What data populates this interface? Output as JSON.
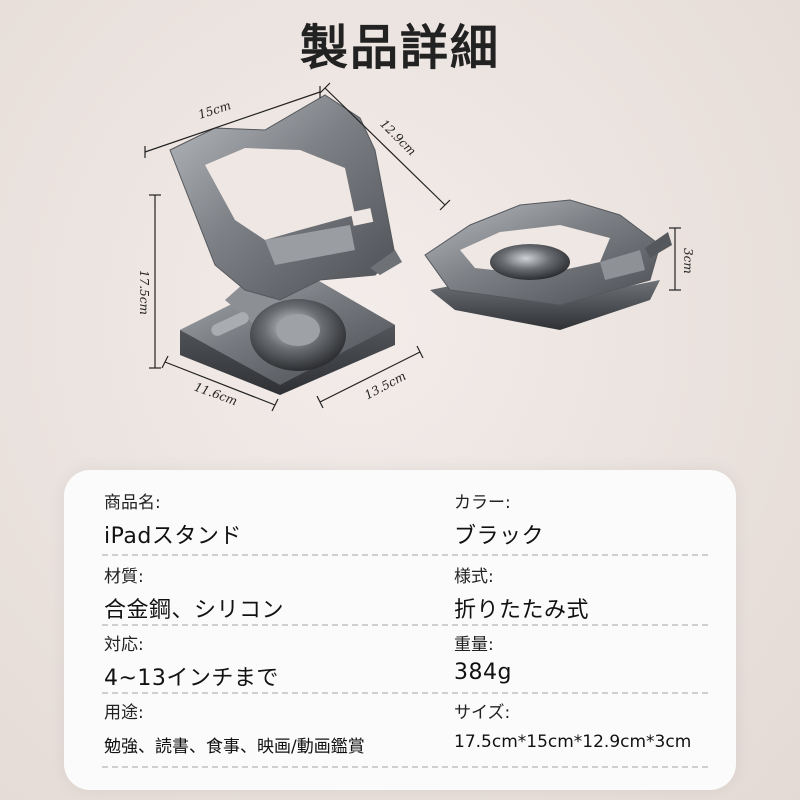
{
  "title": "製品詳細",
  "dimensions": {
    "top_width": "15cm",
    "diagonal": "12.9cm",
    "height": "17.5cm",
    "base_depth": "11.6cm",
    "base_width": "13.5cm",
    "folded_thickness": "3cm"
  },
  "specs": [
    {
      "label": "商品名:",
      "value": "iPadスタンド"
    },
    {
      "label": "カラー:",
      "value": "ブラック"
    },
    {
      "label": "材質:",
      "value": "合金鋼、シリコン"
    },
    {
      "label": "様式:",
      "value": "折りたたみ式"
    },
    {
      "label": "対応:",
      "value": "4~13インチまで"
    },
    {
      "label": "重量:",
      "value": "384g"
    },
    {
      "label": "用途:",
      "value": "勉強、読書、食事、映画/動画鑑賞"
    },
    {
      "label": "サイズ:",
      "value": "17.5cm*15cm*12.9cm*3cm"
    }
  ]
}
